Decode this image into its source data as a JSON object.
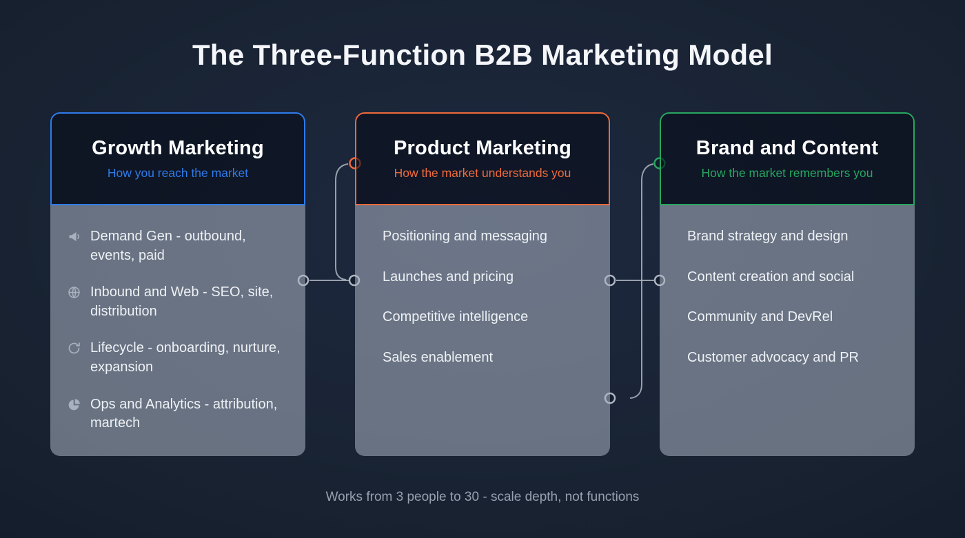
{
  "page": {
    "title": "The Three-Function B2B Marketing Model",
    "footnote": "Works from 3 people to 30 - scale depth, not functions"
  },
  "colors": {
    "blue": "#2f7bea",
    "orange": "#ee6a3c",
    "green": "#27a75f",
    "connector_gray": "#aeb6c2",
    "card_body_gray": "#6f7887",
    "background": "#17212f"
  },
  "cards": [
    {
      "id": "growth-marketing",
      "accent": "#2f7bea",
      "title": "Growth Marketing",
      "subtitle": "How you reach the market",
      "items": [
        {
          "icon": "megaphone-icon",
          "text": "Demand Gen - outbound, events, paid"
        },
        {
          "icon": "globe-icon",
          "text": "Inbound and Web - SEO, site, distribution"
        },
        {
          "icon": "refresh-icon",
          "text": "Lifecycle - onboarding, nurture, expansion"
        },
        {
          "icon": "pie-chart-icon",
          "text": "Ops and Analytics - attribution, martech"
        }
      ]
    },
    {
      "id": "product-marketing",
      "accent": "#ee6a3c",
      "title": "Product Marketing",
      "subtitle": "How the market understands you",
      "items": [
        {
          "icon": null,
          "text": "Positioning and messaging"
        },
        {
          "icon": null,
          "text": "Launches and pricing"
        },
        {
          "icon": null,
          "text": "Competitive intelligence"
        },
        {
          "icon": null,
          "text": "Sales enablement"
        }
      ]
    },
    {
      "id": "brand-and-content",
      "accent": "#27a75f",
      "title": "Brand and Content",
      "subtitle": "How the market remembers you",
      "items": [
        {
          "icon": null,
          "text": "Brand strategy and design"
        },
        {
          "icon": null,
          "text": "Content creation and social"
        },
        {
          "icon": null,
          "text": "Community and DevRel"
        },
        {
          "icon": null,
          "text": "Customer advocacy and PR"
        }
      ]
    }
  ]
}
